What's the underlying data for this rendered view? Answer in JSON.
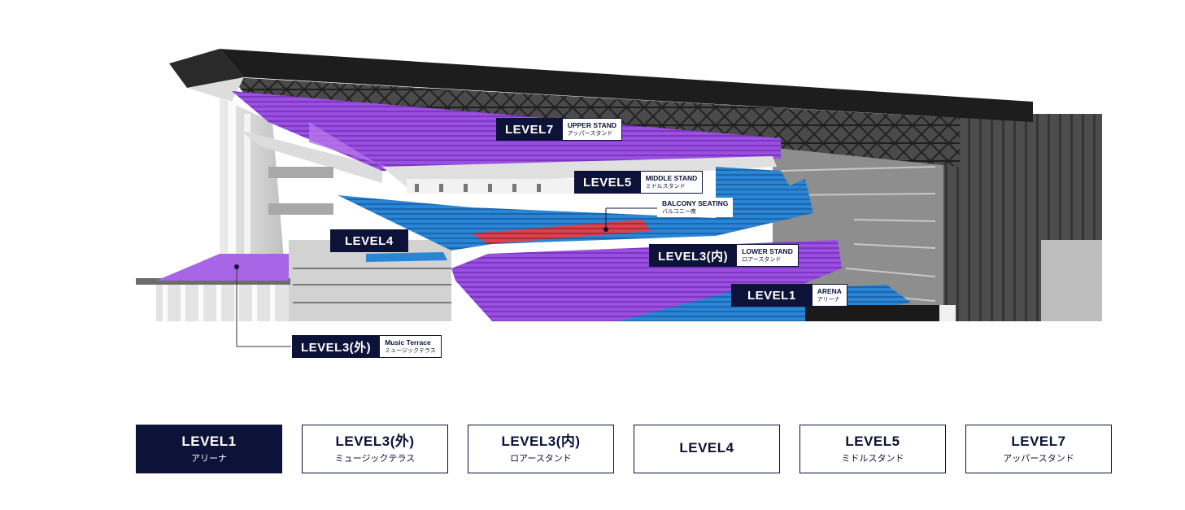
{
  "diagram": {
    "tags": [
      {
        "level": "LEVEL7",
        "en": "UPPER STAND",
        "jp": "アッパースタンド"
      },
      {
        "level": "LEVEL5",
        "en": "MIDDLE STAND",
        "jp": "ミドルスタンド"
      },
      {
        "level": "LEVEL4"
      },
      {
        "level": "LEVEL3(内)",
        "en": "LOWER STAND",
        "jp": "ロアースタンド"
      },
      {
        "level": "LEVEL1",
        "en": "ARENA",
        "jp": "アリーナ"
      },
      {
        "level": "LEVEL3(外)",
        "en": "Music Terrace",
        "jp": "ミュージックテラス"
      }
    ],
    "balcony": {
      "en": "BALCONY SEATING",
      "jp": "バルコニー席"
    }
  },
  "tabs": [
    {
      "label": "LEVEL1",
      "sub": "アリーナ",
      "active": true
    },
    {
      "label": "LEVEL3(外)",
      "sub": "ミュージックテラス",
      "active": false
    },
    {
      "label": "LEVEL3(内)",
      "sub": "ロアースタンド",
      "active": false
    },
    {
      "label": "LEVEL4",
      "sub": "",
      "active": false
    },
    {
      "label": "LEVEL5",
      "sub": "ミドルスタンド",
      "active": false
    },
    {
      "label": "LEVEL7",
      "sub": "アッパースタンド",
      "active": false
    }
  ],
  "colors": {
    "navy": "#0c1238",
    "purple": "#9b4fe0",
    "blue": "#2a86d4",
    "red": "#d9424e"
  }
}
